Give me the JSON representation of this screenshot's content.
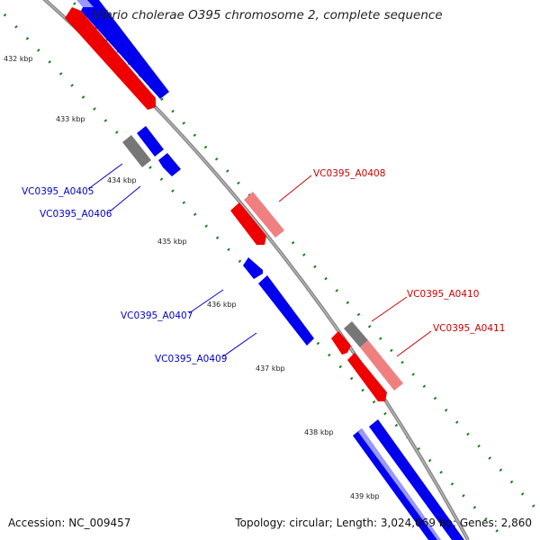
{
  "title": "Vibrio cholerae O395 chromosome 2, complete sequence",
  "footer": {
    "accession": "Accession: NC_009457",
    "summary": "Topology: circular; Length: 3,024,069 bp; Genes: 2,860"
  },
  "colors": {
    "backbone": "#888888",
    "forward_cds": "#0000ee",
    "reverse_cds": "#ee0000",
    "reverse_faded": "#f08080",
    "forward_faded": "#8080f0",
    "other_feature": "#777777",
    "gc_skew_dots": "#1a7f1a",
    "forward_label": "#0000cc",
    "reverse_label": "#cc0000"
  },
  "ticks": [
    "432 kbp",
    "433 kbp",
    "434 kbp",
    "435 kbp",
    "436 kbp",
    "437 kbp",
    "438 kbp",
    "439 kbp"
  ],
  "gene_labels": {
    "forward": [
      "VC0395_A0405",
      "VC0395_A0406",
      "VC0395_A0407",
      "VC0395_A0409"
    ],
    "reverse": [
      "VC0395_A0408",
      "VC0395_A0410",
      "VC0395_A0411"
    ]
  }
}
